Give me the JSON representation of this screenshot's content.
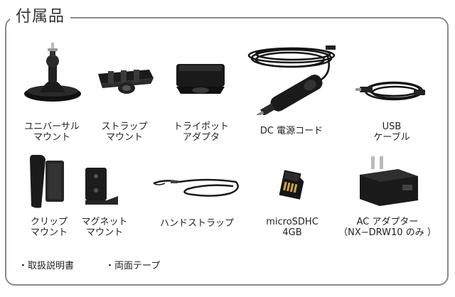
{
  "title": "付属品",
  "items": [
    {
      "id": "universal-mount",
      "lines": [
        "ユニバーサル",
        "マウント"
      ]
    },
    {
      "id": "strap-mount",
      "lines": [
        "ストラップ",
        "マウント"
      ]
    },
    {
      "id": "tripod-adapter",
      "lines": [
        "トライポット",
        "アダプタ"
      ]
    },
    {
      "id": "dc-power-cord",
      "lines": [
        "DC 電源コード"
      ]
    },
    {
      "id": "usb-cable",
      "lines": [
        "USB",
        "ケーブル"
      ]
    },
    {
      "id": "clip-mount",
      "lines": [
        "クリップ",
        "マウント"
      ]
    },
    {
      "id": "magnet-mount",
      "lines": [
        "マグネット",
        "マウント"
      ]
    },
    {
      "id": "hand-strap",
      "lines": [
        "ハンドストラップ"
      ]
    },
    {
      "id": "microsdhc",
      "lines": [
        "microSDHC",
        "4GB"
      ]
    },
    {
      "id": "ac-adapter",
      "lines": [
        "AC アダプター",
        "（NX−DRW10 のみ ）"
      ]
    }
  ],
  "notes": [
    "・取扱説明書",
    "・両面テープ"
  ],
  "colors": {
    "border": "#8a8a8a",
    "product": "#1a1a1a",
    "cord": "#141414"
  }
}
